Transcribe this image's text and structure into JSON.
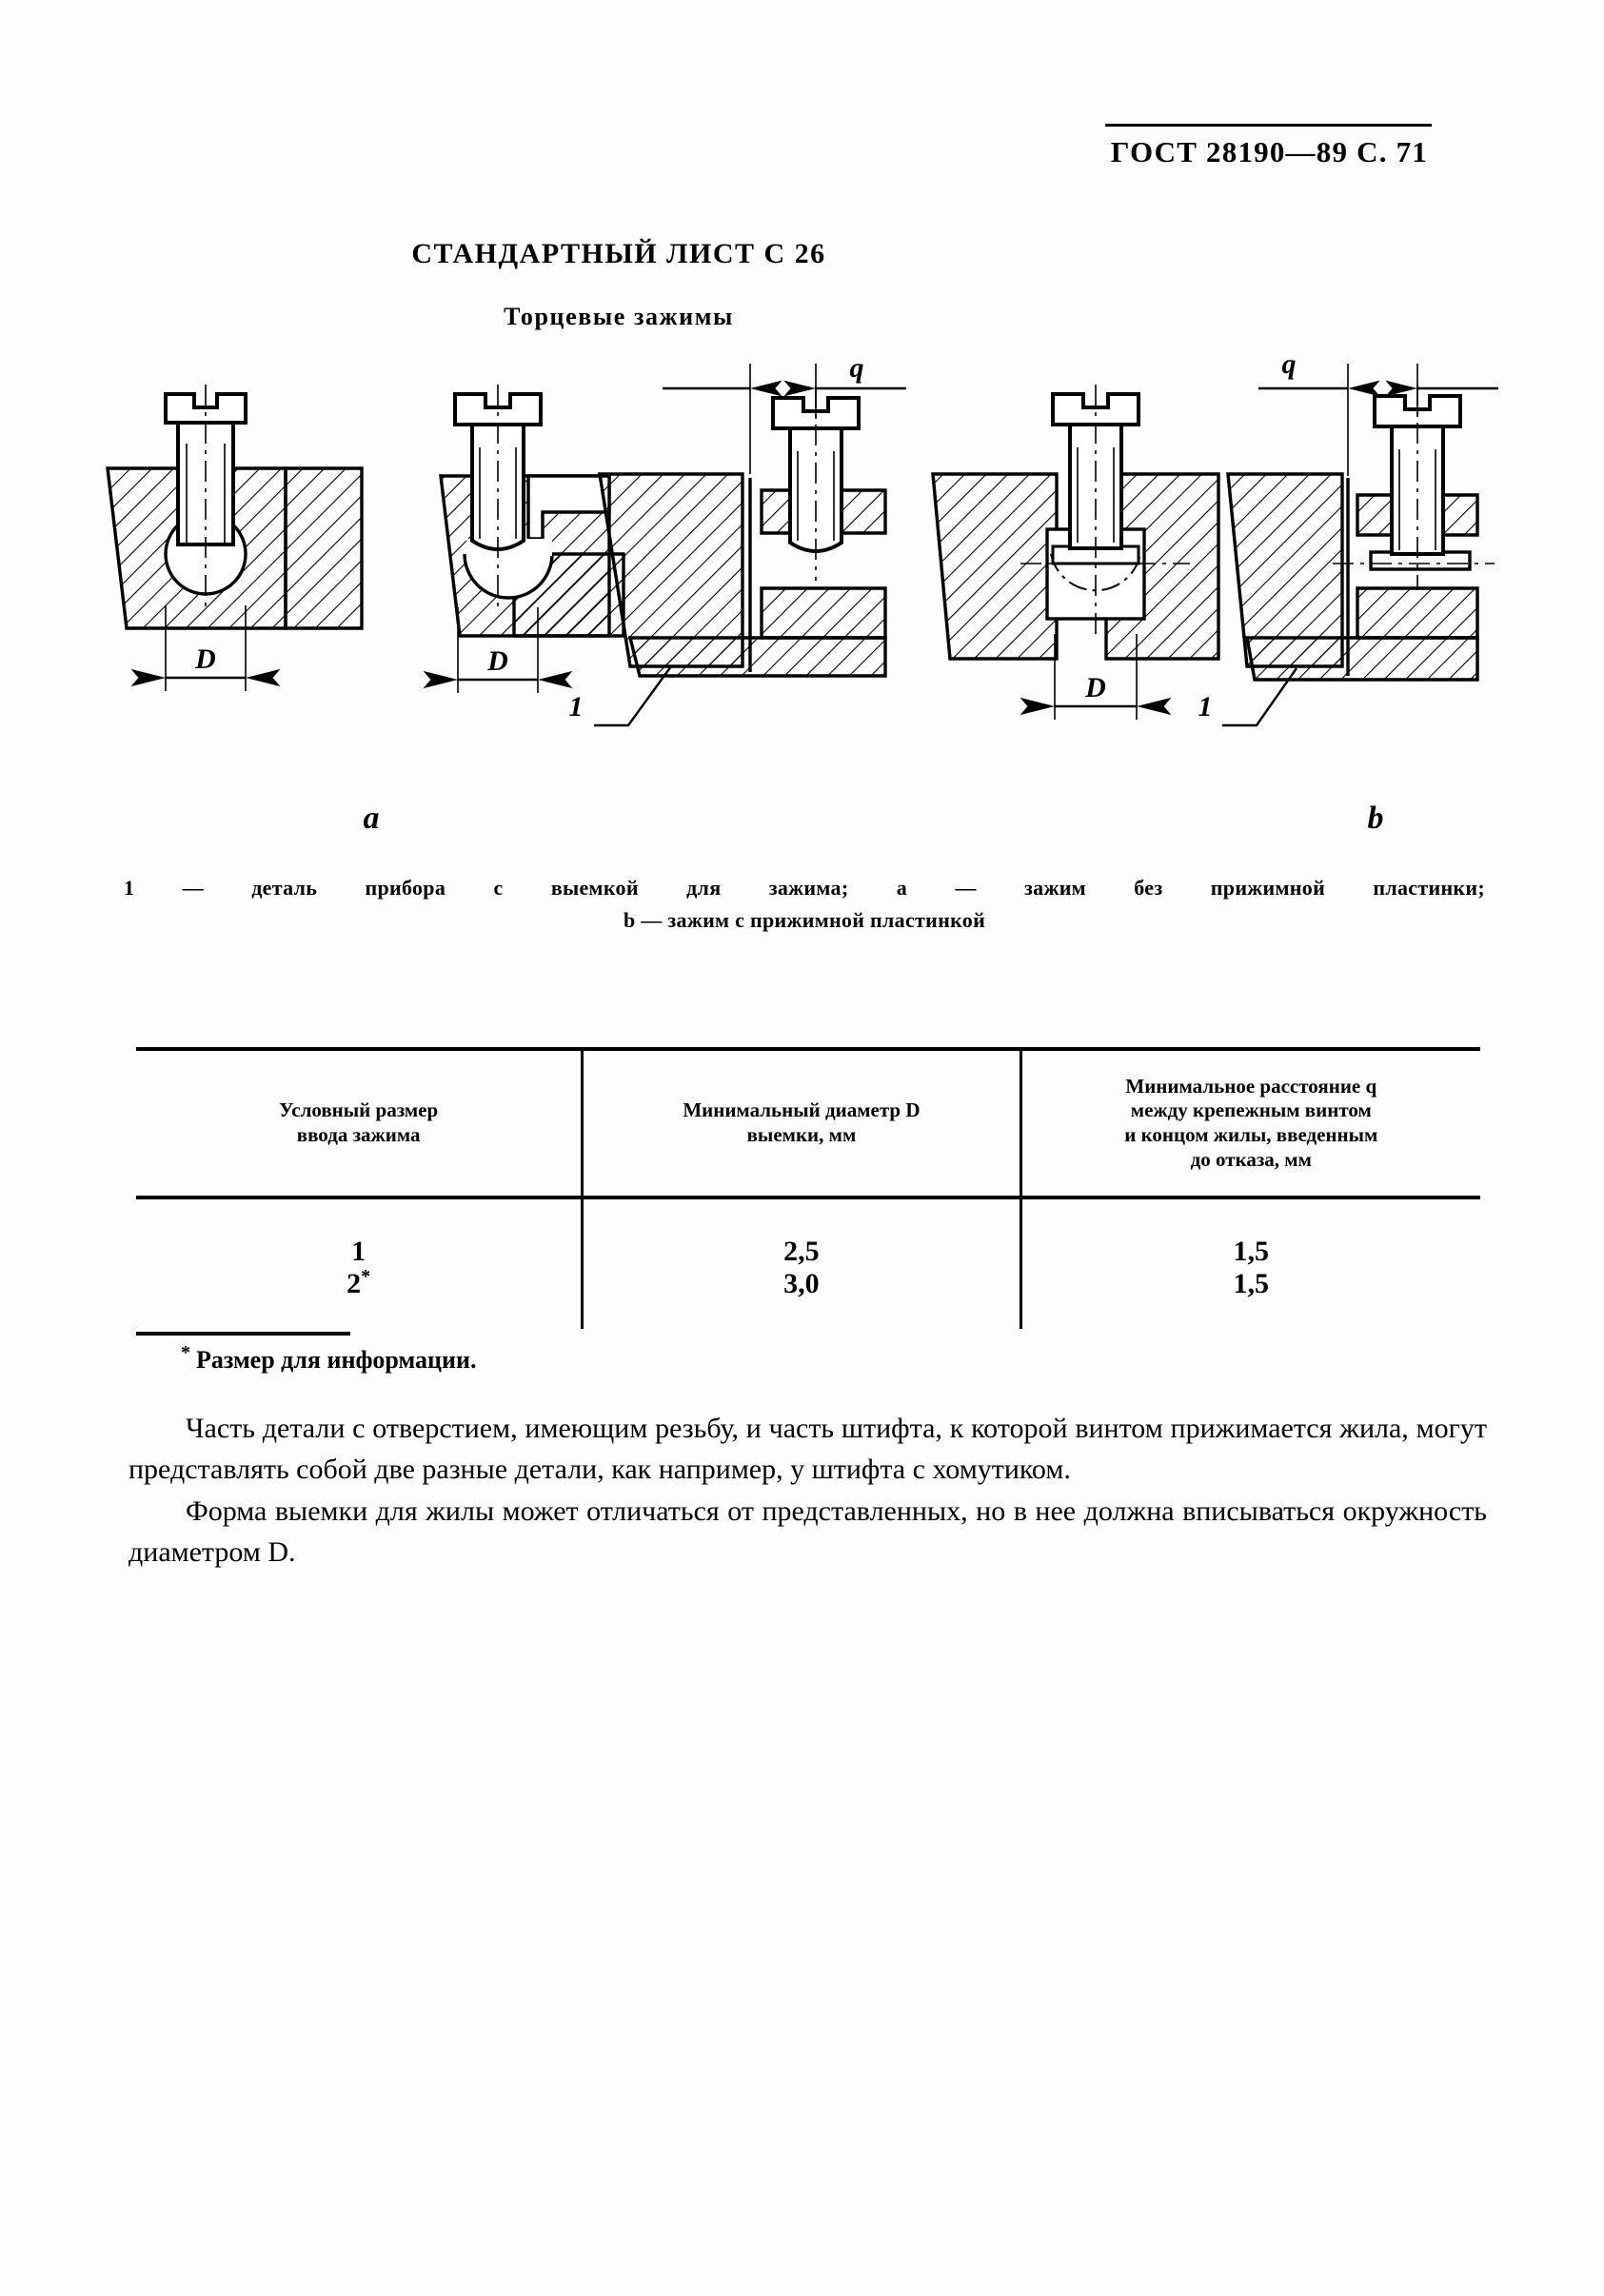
{
  "header": {
    "standard": "ГОСТ 28190—89 С. 71"
  },
  "titles": {
    "sheet": "СТАНДАРТНЫЙ ЛИСТ С 26",
    "subject": "Торцевые зажимы"
  },
  "figure": {
    "group_label_a": "a",
    "group_label_b": "b",
    "dim_D": "D",
    "dim_q": "q",
    "callout_1": "1",
    "caption_line1": "1 — деталь прибора с выемкой для зажима;  a — зажим без  прижимной  пластинки;",
    "caption_line2": "b — зажим с прижимной пластинкой"
  },
  "table": {
    "headers": [
      "Условный размер\nввода зажима",
      "Минимальный диаметр D\nвыемки, мм",
      "Минимальное расстояние q\nмежду крепежным винтом\nи концом жилы, введенным\nдо отказа, мм"
    ],
    "header_col1_l1": "Условный размер",
    "header_col1_l2": "ввода зажима",
    "header_col2_l1": "Минимальный диаметр D",
    "header_col2_l2": "выемки, мм",
    "header_col3_l1": "Минимальное расстояние q",
    "header_col3_l2": "между крепежным винтом",
    "header_col3_l3": "и концом жилы, введенным",
    "header_col3_l4": "до отказа, мм",
    "rows": [
      {
        "size": "1",
        "star": "",
        "D": "2,5",
        "q": "1,5"
      },
      {
        "size": "2",
        "star": "*",
        "D": "3,0",
        "q": "1,5"
      }
    ],
    "cell_size_1": "1",
    "cell_size_2": "2",
    "cell_size_2_star": "*",
    "cell_D_1": "2,5",
    "cell_D_2": "3,0",
    "cell_q_1": "1,5",
    "cell_q_2": "1,5",
    "footnote_star": "*",
    "footnote_text": "Размер для информации."
  },
  "body": {
    "paragraph1": "Часть детали с отверстием, имеющим резьбу, и часть штифта, к которой винтом прижимается жила,  могут представлять собой две разные детали, как например, у штифта с хомутиком.",
    "paragraph2": "Форма выемки для жилы может отличаться от представленных, но в нее должна вписываться окружность диаметром D."
  },
  "colors": {
    "ink": "#000000",
    "paper": "#ffffff"
  }
}
